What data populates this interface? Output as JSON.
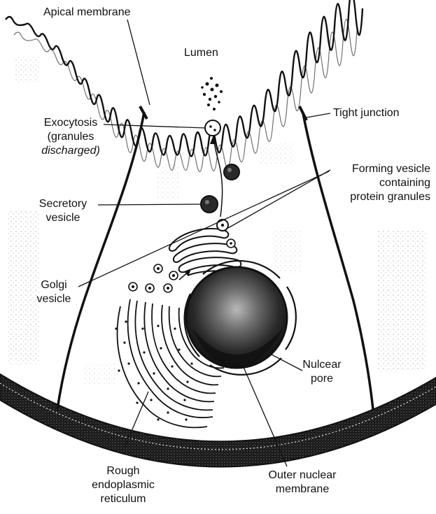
{
  "diagram": {
    "labels": {
      "apical_membrane": "Apical membrane",
      "lumen": "Lumen",
      "exocytosis": "Exocytosis",
      "exocytosis_granules": "(granules",
      "exocytosis_discharged": "discharged)",
      "tight_junction": "Tight junction",
      "forming_vesicle_line1": "Forming vesicle",
      "forming_vesicle_line2": "containing",
      "forming_vesicle_line3": "protein granules",
      "secretory_line1": "Secretory",
      "secretory_line2": "vesicle",
      "golgi_line1": "Golgi",
      "golgi_line2": "vesicle",
      "nuclear_pore_line1": "Nulcear",
      "nuclear_pore_line2": "pore",
      "rer_line1": "Rough",
      "rer_line2": "endoplasmic",
      "rer_line3": "reticulum",
      "outer_membrane_line1": "Outer nuclear",
      "outer_membrane_line2": "membrane"
    },
    "colors": {
      "ink": "#111111",
      "paper": "#ffffff",
      "nucleus_dark": "#1a1a1a",
      "stipple": "#8a8a8a"
    }
  }
}
